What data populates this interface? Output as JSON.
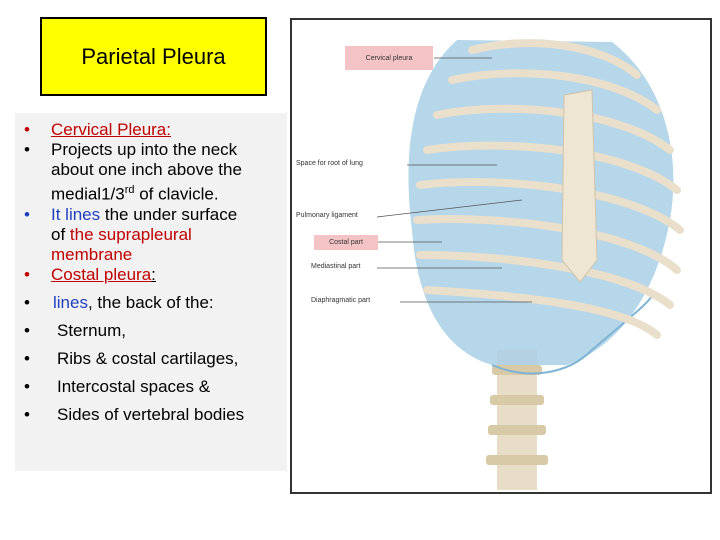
{
  "title": "Parietal Pleura",
  "bullets": {
    "b1": "Cervical Pleura:",
    "b2_a": "Projects up into the neck",
    "b2_b": "about one inch above the",
    "b2_c": "medial1/3",
    "b2_sup": "rd",
    "b2_d": " of clavicle.",
    "b3_a": "It lines",
    "b3_b": " the under surface",
    "b3_c": "of ",
    "b3_d": "the suprapleural",
    "b3_e": "membrane",
    "b4": "Costal pleura",
    "b4_colon": ":",
    "b5_a": "lines",
    "b5_b": ", the  back of the:",
    "b6": "Sternum,",
    "b7": "Ribs & costal cartilages,",
    "b8": "Intercostal spaces &",
    "b9": "Sides of vertebral bodies"
  },
  "figure_labels": {
    "cervical": "Cervical pleura",
    "space": "Space for root of lung",
    "pulmonary": "Pulmonary ligament",
    "costal": "Costal part",
    "mediastinal": "Mediastinal part",
    "diaphragmatic": "Diaphragmatic part"
  },
  "colors": {
    "title_bg": "#ffff00",
    "emphasis_red": "#c00000",
    "emphasis_blue": "#1f3fbf",
    "pleura_blue": "#a9cfe6",
    "label_pink": "#f4c3c6"
  }
}
